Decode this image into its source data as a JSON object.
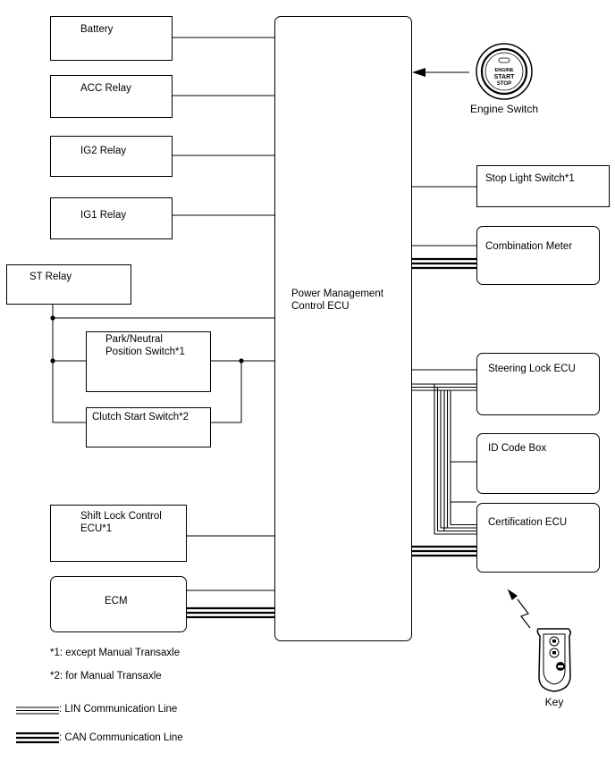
{
  "center": {
    "label": "Power Management\nControl ECU"
  },
  "left_boxes": {
    "battery": "Battery",
    "acc_relay": "ACC Relay",
    "ig2_relay": "IG2 Relay",
    "ig1_relay": "IG1 Relay",
    "st_relay": "ST Relay",
    "park_neutral": "Park/Neutral\nPosition Switch*1",
    "clutch_start": "Clutch Start Switch*2",
    "shift_lock": "Shift Lock Control\nECU*1",
    "ecm": "ECM"
  },
  "right_boxes": {
    "stop_light": "Stop Light Switch*1",
    "combination_meter": "Combination Meter",
    "steering_lock": "Steering Lock ECU",
    "id_code_box": "ID Code Box",
    "certification_ecu": "Certification ECU"
  },
  "engine_switch": {
    "caption": "Engine Switch",
    "button_line1": "ENGINE",
    "button_line2": "START",
    "button_line3": "STOP"
  },
  "key": {
    "caption": "Key"
  },
  "notes": {
    "note1": "*1: except Manual Transaxle",
    "note2": "*2: for Manual Transaxle"
  },
  "legend": {
    "lin": ": LIN Communication Line",
    "can": ": CAN Communication Line"
  }
}
